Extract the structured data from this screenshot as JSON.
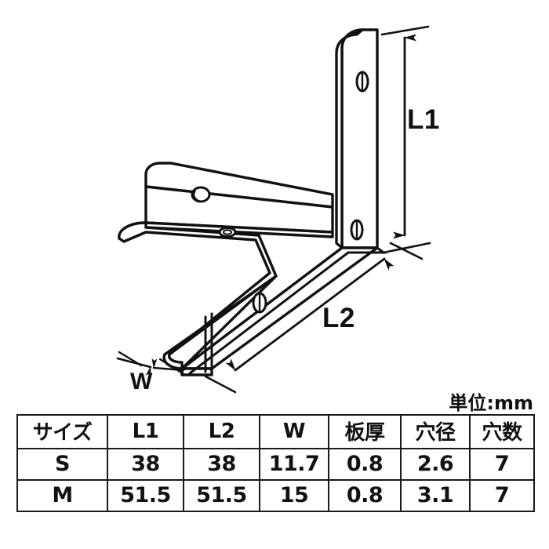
{
  "drawing": {
    "title": "L-shaped shelf bracket isometric drawing",
    "dimension_labels": {
      "l1": "L1",
      "l2": "L2",
      "w": "W"
    },
    "unit_note": "単位:mm",
    "line_color": "#111111",
    "background_color": "#ffffff"
  },
  "spec_table": {
    "headers": [
      "サイズ",
      "L1",
      "L2",
      "W",
      "板厚",
      "穴径",
      "穴数"
    ],
    "rows": [
      {
        "size": "S",
        "l1": "38",
        "l2": "38",
        "w": "11.7",
        "thickness": "0.8",
        "hole_diameter": "2.6",
        "hole_count": "7"
      },
      {
        "size": "M",
        "l1": "51.5",
        "l2": "51.5",
        "w": "15",
        "thickness": "0.8",
        "hole_diameter": "3.1",
        "hole_count": "7"
      }
    ]
  }
}
